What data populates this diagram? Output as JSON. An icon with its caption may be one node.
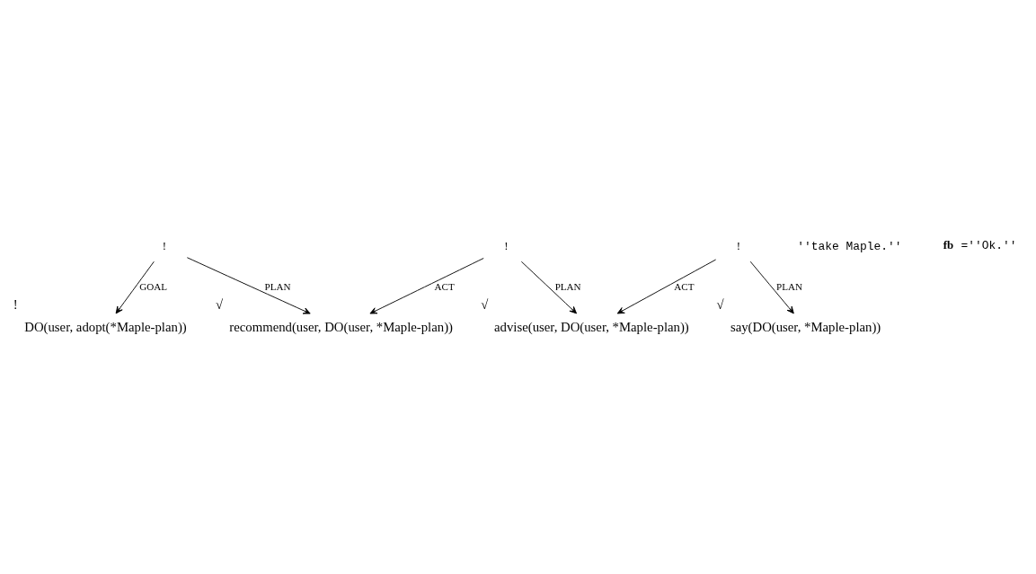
{
  "diagram": {
    "nodes": [
      {
        "text": [
          "DO(user, adopt(*Maple-plan))"
        ],
        "beside": [
          "!"
        ]
      },
      {
        "text": [
          "!"
        ]
      },
      {
        "text": [
          "recommend(user, DO(user, *Maple-plan))"
        ],
        "beside": [
          "√"
        ]
      },
      {
        "text": [
          "!"
        ]
      },
      {
        "text": [
          "advise(user, DO(user, *Maple-plan))"
        ],
        "beside": [
          "√"
        ]
      },
      {
        "text": [
          "!"
        ]
      },
      {
        "text": [
          "say(DO(user, *Maple-plan))"
        ],
        "beside": [
          "√"
        ]
      }
    ],
    "edges": [
      {
        "from": 1,
        "to": 0,
        "arrow": "to",
        "label": "GOAL"
      },
      {
        "from": 1,
        "to": 2,
        "arrow": "to",
        "label": "PLAN"
      },
      {
        "from": 3,
        "to": 2,
        "arrow": "to",
        "label": "ACT"
      },
      {
        "from": 3,
        "to": 4,
        "arrow": "to",
        "label": "PLAN"
      },
      {
        "from": 5,
        "to": 4,
        "arrow": "to",
        "label": "ACT"
      },
      {
        "from": 5,
        "to": 6,
        "arrow": "to",
        "label": "PLAN"
      }
    ],
    "labels": [
      "''take Maple.''",
      "**fb** =''Ok.''"
    ]
  }
}
